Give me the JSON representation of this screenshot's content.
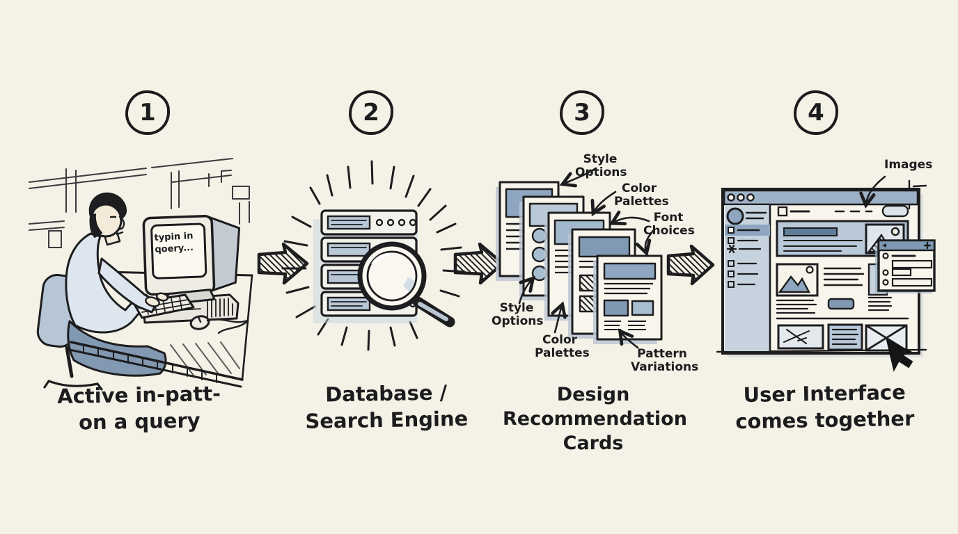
{
  "title": "Design recommendation flow sketch",
  "palette": {
    "paper": "#f4f1e6",
    "ink": "#1d1d1f",
    "wash_light": "#cfdae5",
    "wash_mid": "#a9bccd",
    "wash_dark": "#7f99b2"
  },
  "icons": {
    "step1": "person-typing-at-computer",
    "step2": "server-stack-with-magnifier-burst",
    "step3": "cascading-design-cards",
    "step4": "browser-wireframe-with-cursor"
  },
  "steps": [
    {
      "number": "1",
      "caption": {
        "line1": "Active in-patt-",
        "line2": "on a query"
      },
      "monitor": {
        "line1": "typin in",
        "line2": "qoery..."
      }
    },
    {
      "number": "2",
      "caption": {
        "line1": "Database /",
        "line2": "Search Engine"
      }
    },
    {
      "number": "3",
      "caption": {
        "line1": "Design",
        "line2": "Recommendation",
        "line3": "Cards"
      },
      "callouts": {
        "style_top": {
          "line1": "Style",
          "line2": "Options"
        },
        "color_top": {
          "line1": "Color",
          "line2": "Palettes"
        },
        "font": {
          "line1": "Font",
          "line2": "Choices"
        },
        "style_bottom": {
          "line1": "Style",
          "line2": "Options"
        },
        "color_bottom": {
          "line1": "Color",
          "line2": "Palettes"
        },
        "pattern": {
          "line1": "Pattern",
          "line2": "Variations"
        }
      }
    },
    {
      "number": "4",
      "caption": {
        "line1": "User Interface",
        "line2": "comes together"
      },
      "callouts": {
        "images": "Images"
      }
    }
  ]
}
